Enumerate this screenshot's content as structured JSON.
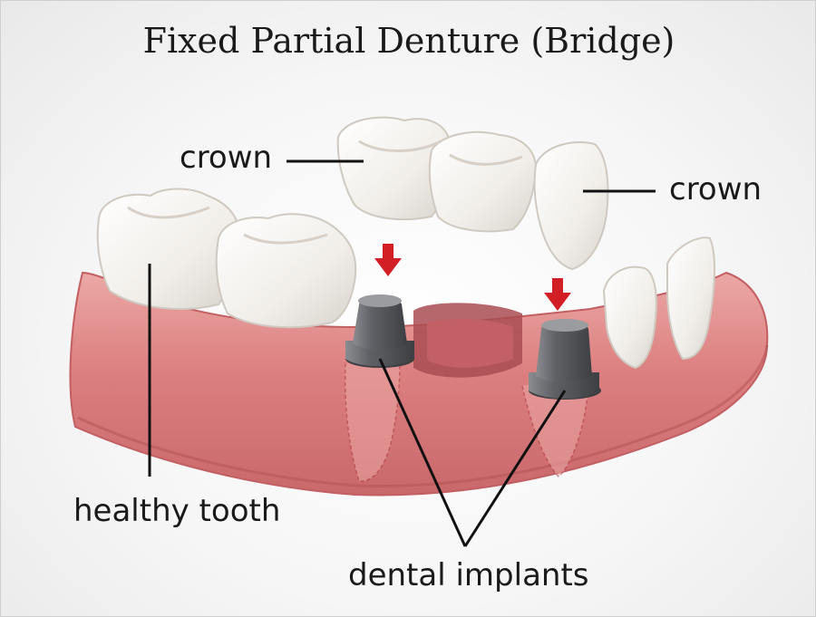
{
  "title": "Fixed Partial Denture (Bridge)",
  "labels": {
    "crown_left": "crown",
    "crown_right": "crown",
    "healthy_tooth": "healthy tooth",
    "dental_implants": "dental implants"
  },
  "colors": {
    "gum": "#d9787a",
    "gum_light": "#ebaaa7",
    "gum_dark": "#b95559",
    "tooth": "#f4f1ed",
    "abutment": "#5c5e63",
    "arrow": "#d21f26"
  }
}
